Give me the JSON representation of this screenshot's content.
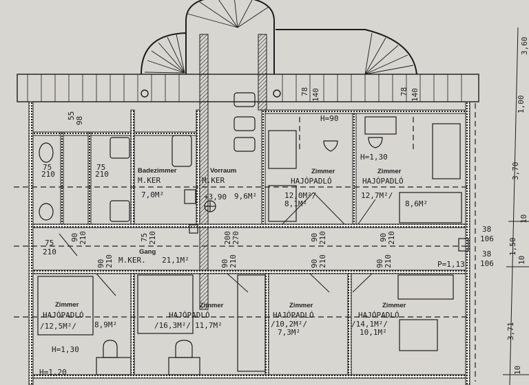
{
  "drawing": {
    "type": "architectural floor plan (scanned)",
    "paper_color": "#d8d6d1",
    "line_color": "#1c1c1c"
  },
  "rooms": [
    {
      "id": "badezimmer",
      "label": "Badezimmer",
      "material": "M.KER",
      "area_1": "7,0M²",
      "area_2": ""
    },
    {
      "id": "vorraum",
      "label": "Vorraum",
      "material": "M.KER",
      "area_1": "9,6M²",
      "level": "+3,90"
    },
    {
      "id": "zimmer_top_1",
      "label": "Zimmer",
      "material": "HAJÓPADLÓ",
      "area_1": "12,0M²/",
      "area_2": "8,1M²"
    },
    {
      "id": "zimmer_top_2",
      "label": "Zimmer",
      "material": "HAJÓPADLÓ",
      "area_1": "12,7M²/",
      "area_2": "8,6M²"
    },
    {
      "id": "gang",
      "label": "Gang",
      "material": "M.KER.",
      "area_1": "21,1M²"
    },
    {
      "id": "zimmer_bot_1",
      "label": "Zimmer",
      "material": "HAJÓPADLÓ",
      "area_1": "/12,5M²/",
      "area_2": "8,9M²"
    },
    {
      "id": "zimmer_bot_2",
      "label": "Zimmer",
      "material": "HAJÓPADLÓ",
      "area_1": "/16,3M²/",
      "area_2": "11,7M²"
    },
    {
      "id": "zimmer_bot_3",
      "label": "Zimmer",
      "material": "HAJÓPADLÓ",
      "area_1": "/10,2M²/",
      "area_2": "7,3M²"
    },
    {
      "id": "zimmer_bot_4",
      "label": "Zimmer",
      "material": "HAJÓPADLÓ",
      "area_1": "/14,1M²/",
      "area_2": "10,1M²"
    }
  ],
  "annotations": {
    "h_90": "H=90",
    "h_130_top": "H=1,30",
    "h_130_bot": "H=1,30",
    "h_120": "H=1,20",
    "p_113": "P=1,13",
    "d_55_98": [
      "55",
      "98"
    ],
    "d_78_140_a": [
      "78",
      "140"
    ],
    "d_78_140_b": [
      "78",
      "140"
    ],
    "d_75_210": [
      "75",
      "210"
    ],
    "d_90_210": [
      "90",
      "210"
    ],
    "d_200_270": [
      "200",
      "270"
    ],
    "d_38_106": [
      "38",
      "106"
    ]
  },
  "dimensions_right": [
    "3,60",
    "1,00",
    "3,70",
    "10",
    "1,50",
    "10",
    "3,71",
    "10"
  ]
}
